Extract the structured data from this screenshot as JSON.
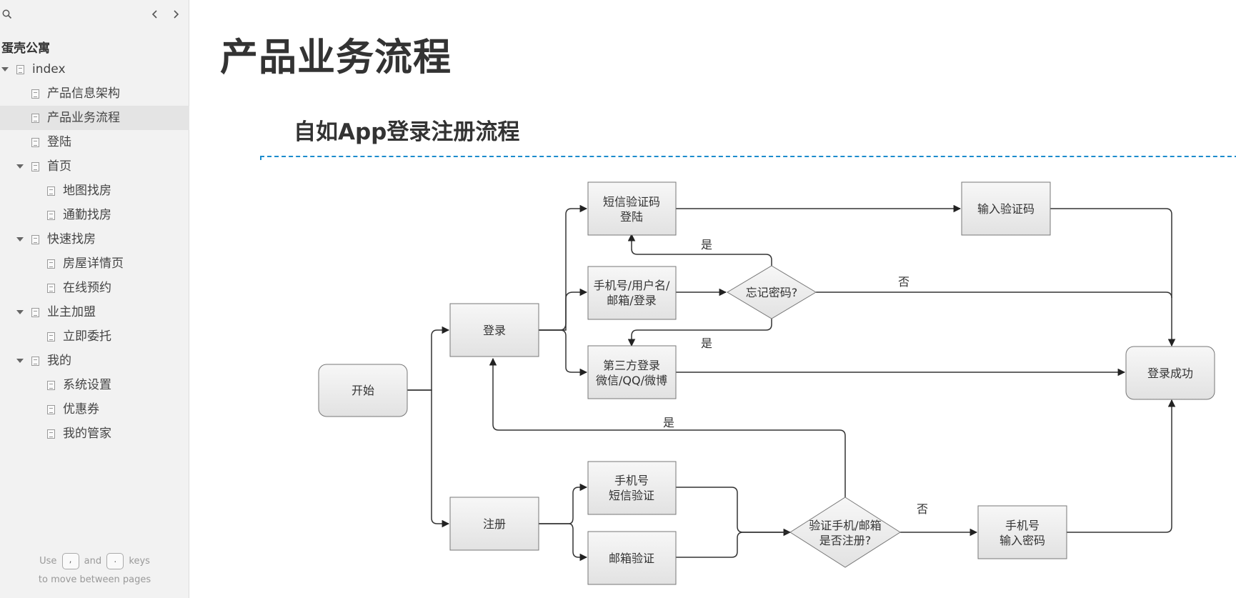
{
  "sidebar": {
    "project_title": "蛋壳公寓",
    "items": [
      {
        "label": "index",
        "level": 0,
        "expandable": true,
        "selected": false
      },
      {
        "label": "产品信息架构",
        "level": 1,
        "expandable": false,
        "selected": false
      },
      {
        "label": "产品业务流程",
        "level": 1,
        "expandable": false,
        "selected": true
      },
      {
        "label": "登陆",
        "level": 1,
        "expandable": false,
        "selected": false
      },
      {
        "label": "首页",
        "level": 1,
        "expandable": true,
        "selected": false
      },
      {
        "label": "地图找房",
        "level": 2,
        "expandable": false,
        "selected": false
      },
      {
        "label": "通勤找房",
        "level": 2,
        "expandable": false,
        "selected": false
      },
      {
        "label": "快速找房",
        "level": 1,
        "expandable": true,
        "selected": false
      },
      {
        "label": "房屋详情页",
        "level": 2,
        "expandable": false,
        "selected": false
      },
      {
        "label": "在线预约",
        "level": 2,
        "expandable": false,
        "selected": false
      },
      {
        "label": "业主加盟",
        "level": 1,
        "expandable": true,
        "selected": false
      },
      {
        "label": "立即委托",
        "level": 2,
        "expandable": false,
        "selected": false
      },
      {
        "label": "我的",
        "level": 1,
        "expandable": true,
        "selected": false
      },
      {
        "label": "系统设置",
        "level": 2,
        "expandable": false,
        "selected": false
      },
      {
        "label": "优惠券",
        "level": 2,
        "expandable": false,
        "selected": false
      },
      {
        "label": "我的管家",
        "level": 2,
        "expandable": false,
        "selected": false
      }
    ],
    "hint": {
      "use": "Use",
      "key_prev": ",",
      "and": "and",
      "key_next": ".",
      "keys": "keys",
      "line2": "to move between pages"
    }
  },
  "page": {
    "title": "产品业务流程",
    "diagram_title": "自如App登录注册流程"
  },
  "flowchart": {
    "nodes": {
      "start": [
        "开始"
      ],
      "login": [
        "登录"
      ],
      "register": [
        "注册"
      ],
      "sms_login": [
        "短信验证码",
        "登陆"
      ],
      "account_login": [
        "手机号/用户名/",
        "邮箱/登录"
      ],
      "forgot_pwd": [
        "忘记密码?"
      ],
      "third_party": [
        "第三方登录",
        "微信/QQ/微博"
      ],
      "enter_code": [
        "输入验证码"
      ],
      "login_success": [
        "登录成功"
      ],
      "phone_sms": [
        "手机号",
        "短信验证"
      ],
      "email_verify": [
        "邮箱验证"
      ],
      "check_registered": [
        "验证手机/邮箱",
        "是否注册?"
      ],
      "phone_pwd": [
        "手机号",
        "输入密码"
      ]
    },
    "edge_labels": {
      "forgot_yes_up": "是",
      "forgot_no": "否",
      "forgot_yes_down": "是",
      "registered_yes": "是",
      "registered_no": "否"
    }
  },
  "colors": {
    "sidebar_bg": "#f2f2f2",
    "selected_item": "#e4e4e4",
    "divider_accent": "#1d8ccc",
    "node_fill_top": "#f7f7f7",
    "node_fill_bottom": "#e2e2e2",
    "stroke": "#333333"
  }
}
